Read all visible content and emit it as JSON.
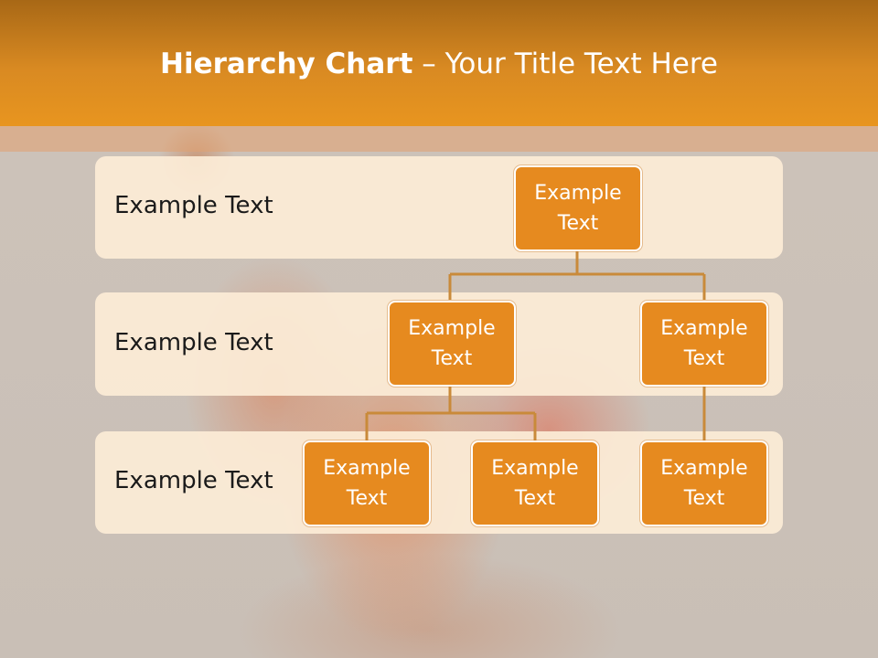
{
  "title": {
    "bold": "Hierarchy Chart",
    "rest": " – Your Title Text Here"
  },
  "rows": [
    {
      "label": "Example Text"
    },
    {
      "label": "Example Text"
    },
    {
      "label": "Example Text"
    }
  ],
  "nodes": {
    "root": "Example Text",
    "level2_left": "Example Text",
    "level2_right": "Example Text",
    "level3_a": "Example Text",
    "level3_b": "Example Text",
    "level3_c": "Example Text"
  },
  "colors": {
    "header": "#e8951f",
    "node_fill": "#e68a1f",
    "connector": "#c98a3a",
    "row_band": "#fcecd6"
  }
}
